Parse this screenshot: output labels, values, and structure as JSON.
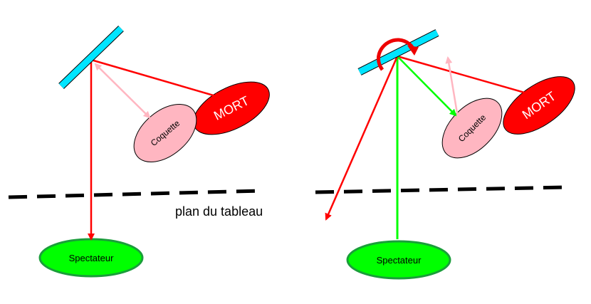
{
  "labels": {
    "mort": "MORT",
    "coquette": "Coquette",
    "spectateur": "Spectateur",
    "plan": "plan du tableau"
  },
  "colors": {
    "red": "#ff0000",
    "green": "#00ff00",
    "pink": "#ffb6c1",
    "mirror": "#00e5ff",
    "dash": "#000000"
  }
}
